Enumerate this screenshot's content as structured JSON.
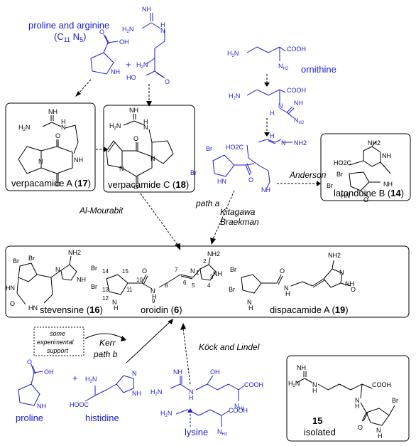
{
  "colors": {
    "black": "#000000",
    "blue": "#1a1ad6",
    "background": "#ffffff"
  },
  "labels": {
    "proline_arginine_title": "proline and arginine",
    "proline_arginine_formula": "(C",
    "formula_sub1": "11",
    "formula_n": " N",
    "formula_sub2": "5",
    "formula_close": ")",
    "plus": "+",
    "ornithine": "ornithine",
    "verpacamide_a": "verpacamide A (",
    "verpacamide_a_num": "17",
    "verpacamide_c": "verpacamide C (",
    "verpacamide_c_num": "18",
    "latonduine_b": "latonduine B (",
    "latonduine_b_num": "14",
    "close_paren": ")",
    "anderson": "Anderson",
    "al_mourabit": "Al-Mourabit",
    "path_a": "path a",
    "kitagawa": "Kitagawa",
    "braekman": "Braekman",
    "stevensine": "stevensine (",
    "stevensine_num": "16",
    "oroidin": "oroidin (",
    "oroidin_num": "6",
    "dispacamide_a": "dispacamide A (",
    "dispacamide_a_num": "19",
    "some_experimental_support": [
      "some",
      "experimental",
      "support"
    ],
    "kerr": "Kerr",
    "path_b": "path b",
    "kock_lindel": "Köck and Lindel",
    "proline": "proline",
    "histidine": "histidine",
    "lysine": "lysine",
    "compound_15_num": "15",
    "isolated": "isolated"
  },
  "atoms": {
    "nh": "NH",
    "h2n": "H2N",
    "oh": "OH",
    "o": "O",
    "n": "N",
    "h": "H",
    "nh2": "NH2",
    "cooh": "COOH",
    "hooc": "HOOC",
    "ho2c": "HO2C",
    "br": "Br",
    "hn": "HN",
    "ho": "HO",
    "h2": "H2N",
    "hn_ring": "H"
  },
  "oroidin_numbering": [
    "1",
    "2",
    "3",
    "4",
    "5",
    "6",
    "7",
    "8",
    "9",
    "10",
    "11",
    "12",
    "13",
    "14",
    "15"
  ]
}
